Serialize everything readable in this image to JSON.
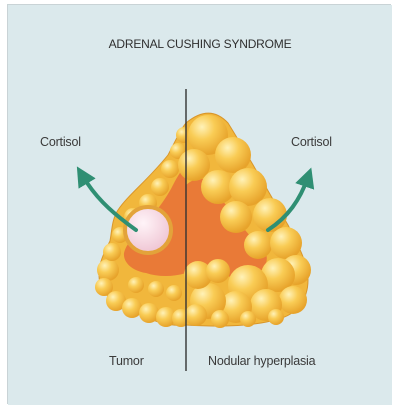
{
  "diagram": {
    "title": "ADRENAL CUSHING SYNDROME",
    "left_arrow_label": "Cortisol",
    "right_arrow_label": "Cortisol",
    "left_panel_label": "Tumor",
    "right_panel_label": "Nodular hyperplasia"
  },
  "colors": {
    "background": "#dbe9ec",
    "gland_fill": "#f1b73c",
    "nodule_fill": "#f7c64b",
    "nodule_highlight": "#fde9a0",
    "cortex_inner": "#e97a37",
    "tumor_fill": "#f6d6e0",
    "arrow": "#2f8f73",
    "divider": "#333333"
  }
}
